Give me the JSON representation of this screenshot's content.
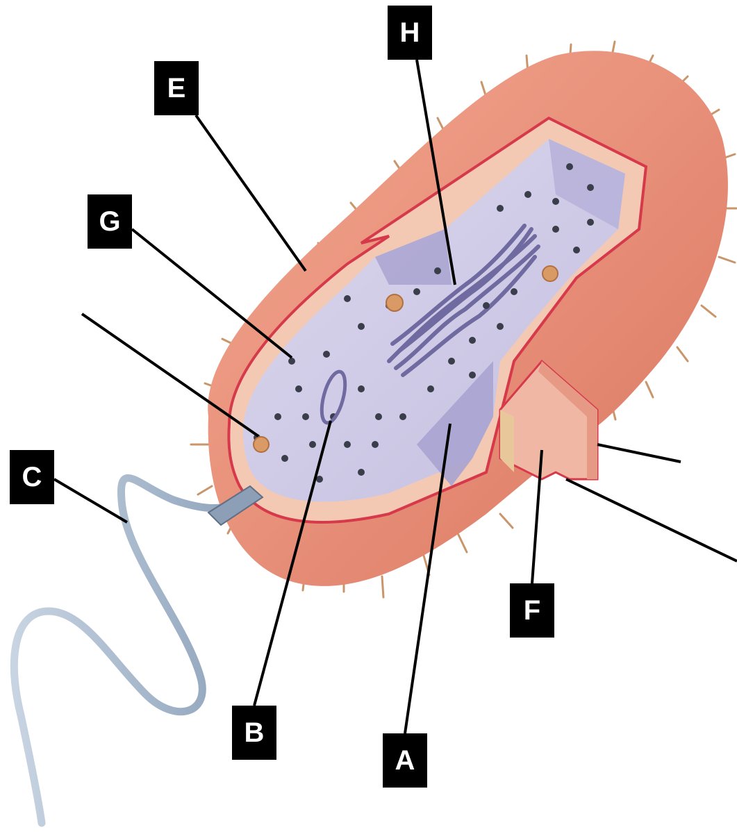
{
  "labels": {
    "a": "A",
    "b": "B",
    "c": "C",
    "e": "E",
    "f": "F",
    "g": "G",
    "h": "H"
  },
  "colors": {
    "background": "#ffffff",
    "label_box": "#000000",
    "label_text": "#ffffff",
    "leader_line": "#000000",
    "capsule": "#e8907a",
    "cell_wall": "#f4c9b4",
    "plasma_membrane": "#d63a4a",
    "cytoplasm": "#cfcbe4",
    "cytoplasm_shadow": "#a9a3d0",
    "nucleoid": "#6f6ba0",
    "ribosome": "#3a3d4a",
    "granule": "#d99a66",
    "pili": "#c9956a",
    "flagellum": "#9fb2c9"
  },
  "icons": [
    "bacterial-cell-illustration",
    "flagellum",
    "plasmid",
    "nucleoid",
    "ribosome",
    "pilus"
  ]
}
